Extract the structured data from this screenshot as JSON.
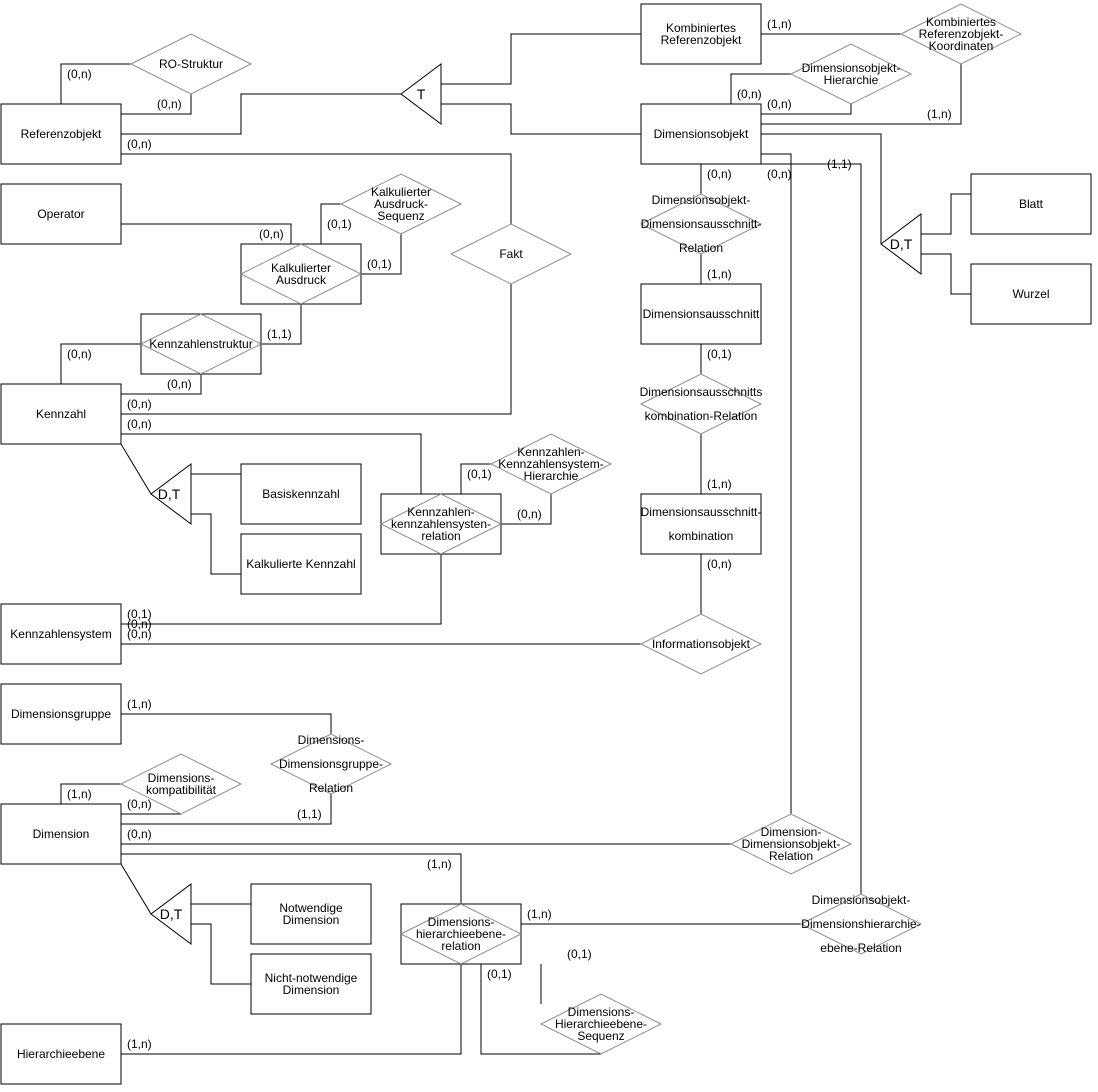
{
  "entities": [
    {
      "id": "referenzobjekt",
      "lines": [
        "Referenzobjekt"
      ],
      "align": "left"
    },
    {
      "id": "operator",
      "lines": [
        "Operator"
      ]
    },
    {
      "id": "kennzahl",
      "lines": [
        "Kennzahl"
      ]
    },
    {
      "id": "kennzahlensystem",
      "lines": [
        "Kennzahlensystem"
      ]
    },
    {
      "id": "dimensionsgruppe",
      "lines": [
        "Dimensionsgruppe"
      ]
    },
    {
      "id": "dimension",
      "lines": [
        "Dimension"
      ]
    },
    {
      "id": "hierarchieebene",
      "lines": [
        "Hierarchieebene"
      ]
    },
    {
      "id": "kombiniertes-referenzobjekt",
      "lines": [
        "Kombiniertes",
        "Referenzobjekt"
      ]
    },
    {
      "id": "dimensionsobjekt",
      "lines": [
        "Dimensionsobjekt"
      ]
    },
    {
      "id": "blatt",
      "lines": [
        "Blatt"
      ]
    },
    {
      "id": "wurzel",
      "lines": [
        "Wurzel"
      ]
    },
    {
      "id": "dimensionsausschnitt",
      "lines": [
        "Dimensionsausschnitt"
      ]
    },
    {
      "id": "dimensionsausschnittkombination",
      "lines": [
        "Dimensionsausschnitt-",
        "kombination"
      ],
      "gap": true
    },
    {
      "id": "basiskennzahl",
      "lines": [
        "Basiskennzahl"
      ]
    },
    {
      "id": "kalkulierte-kennzahl",
      "lines": [
        "Kalkulierte Kennzahl"
      ]
    },
    {
      "id": "notwendige-dimension",
      "lines": [
        "Notwendige",
        "Dimension"
      ]
    },
    {
      "id": "nicht-notwendige-dimension",
      "lines": [
        "Nicht-notwendige",
        "Dimension"
      ]
    },
    {
      "id": "kalkulierter-ausdruck",
      "lines": [
        "Kalkulierter",
        "Ausdruck"
      ],
      "weak": true
    },
    {
      "id": "kennzahlenstruktur",
      "lines": [
        "Kennzahlenstruktur"
      ],
      "weak": true
    },
    {
      "id": "kennzahlen-kennzahlensystem-relation",
      "lines": [
        "Kennzahlen-",
        "kennzahlensysten-",
        "relation"
      ],
      "weak": true
    },
    {
      "id": "dimensions-hierarchieebene-relation",
      "lines": [
        "Dimensions-",
        "hierarchieebene-",
        "relation"
      ],
      "weak": true
    }
  ],
  "relationships": [
    {
      "id": "ro-struktur",
      "lines": [
        "RO-Struktur"
      ]
    },
    {
      "id": "kalkulierter-ausdruck-sequenz",
      "lines": [
        "Kalkulierter",
        "Ausdruck-",
        "Sequenz"
      ]
    },
    {
      "id": "fakt",
      "lines": [
        "Fakt"
      ]
    },
    {
      "id": "kombiniertes-referenzobjekt-koordinaten",
      "lines": [
        "Kombiniertes",
        "Referenzobjekt-",
        "Koordinaten"
      ]
    },
    {
      "id": "dimensionsobjekt-hierarchie",
      "lines": [
        "Dimensionsobjekt-",
        "Hierarchie"
      ]
    },
    {
      "id": "dimensionsobjekt-dimensionsausschnitt-relation",
      "lines": [
        "Dimensionsobjekt-",
        "Dimensionsausschnitt-",
        "Relation"
      ],
      "gap": true
    },
    {
      "id": "dimensionsausschnittskombination-relation",
      "lines": [
        "Dimensionsausschnitts",
        "kombination-Relation"
      ],
      "gap": true
    },
    {
      "id": "kennzahlen-kennzahlensystem-hierarchie",
      "lines": [
        "Kennzahlen-",
        "Kennzahlensystem-",
        "Hierarchie"
      ]
    },
    {
      "id": "informationsobjekt",
      "lines": [
        "Informationsobjekt"
      ]
    },
    {
      "id": "dimensions-dimensionsgruppe-relation",
      "lines": [
        "Dimensions-",
        "Dimensionsgruppe-",
        "Relation"
      ],
      "gap": true
    },
    {
      "id": "dimensionskompatibilitaet",
      "lines": [
        "Dimensions-",
        "kompatibilität"
      ]
    },
    {
      "id": "dimension-dimensionsobjekt-relation",
      "lines": [
        "Dimension-",
        "Dimensionsobjekt-",
        "Relation"
      ]
    },
    {
      "id": "dimensionsobjekt-dimensionshierarchieebene-relation",
      "lines": [
        "Dimensionsobjekt-",
        "Dimensionshierarchie-",
        "ebene-Relation"
      ],
      "gap": true
    },
    {
      "id": "dimensions-hierarchieebene-sequenz",
      "lines": [
        "Dimensions-",
        "Hierarchieebene-",
        "Sequenz"
      ]
    }
  ],
  "generalizations": [
    {
      "id": "gen-referenzobjekt",
      "label": "T"
    },
    {
      "id": "gen-dimensionsobjekt",
      "label": "D,T"
    },
    {
      "id": "gen-kennzahl",
      "label": "D,T"
    },
    {
      "id": "gen-dimension",
      "label": "D,T"
    }
  ],
  "cardinalities": [
    {
      "id": "c1",
      "text": "(0,n)"
    },
    {
      "id": "c2",
      "text": "(0,n)"
    },
    {
      "id": "c3",
      "text": "(0,n)"
    },
    {
      "id": "c4",
      "text": "(0,n)"
    },
    {
      "id": "c5",
      "text": "(0,1)"
    },
    {
      "id": "c6",
      "text": "(0,1)"
    },
    {
      "id": "c7",
      "text": "(1,1)"
    },
    {
      "id": "c8",
      "text": "(0,n)"
    },
    {
      "id": "c9",
      "text": "(0,n)"
    },
    {
      "id": "c10",
      "text": "(0,n)"
    },
    {
      "id": "c11",
      "text": "(0,n)"
    },
    {
      "id": "c12",
      "text": "(0,1)"
    },
    {
      "id": "c13",
      "text": "(0,n)"
    },
    {
      "id": "c14",
      "text": "(0,1)"
    },
    {
      "id": "c15",
      "text": "(0,n)"
    },
    {
      "id": "c16",
      "text": "(1,n)"
    },
    {
      "id": "c17",
      "text": "(0,n)"
    },
    {
      "id": "c18",
      "text": "(0,n)"
    },
    {
      "id": "c19",
      "text": "(1,1)"
    },
    {
      "id": "c20",
      "text": "(0,n)"
    },
    {
      "id": "c21",
      "text": "(0,n)"
    },
    {
      "id": "c22",
      "text": "(1,n)"
    },
    {
      "id": "c23",
      "text": "(1,n)"
    },
    {
      "id": "c24",
      "text": "(0,1)"
    },
    {
      "id": "c25",
      "text": "(0,n)"
    },
    {
      "id": "c26",
      "text": "(1,n)"
    },
    {
      "id": "c27",
      "text": "(0,n)"
    },
    {
      "id": "c28",
      "text": "(1,n)"
    },
    {
      "id": "c29",
      "text": "(0,n)"
    },
    {
      "id": "c30",
      "text": "(1,1)"
    },
    {
      "id": "c31",
      "text": "(1,n)"
    },
    {
      "id": "c32",
      "text": "(0,n)"
    },
    {
      "id": "c33",
      "text": "(1,n)"
    },
    {
      "id": "c34",
      "text": "(1,n)"
    },
    {
      "id": "c35",
      "text": "(0,1)"
    },
    {
      "id": "c36",
      "text": "(0,1)"
    },
    {
      "id": "c37",
      "text": "(1,n)"
    }
  ]
}
